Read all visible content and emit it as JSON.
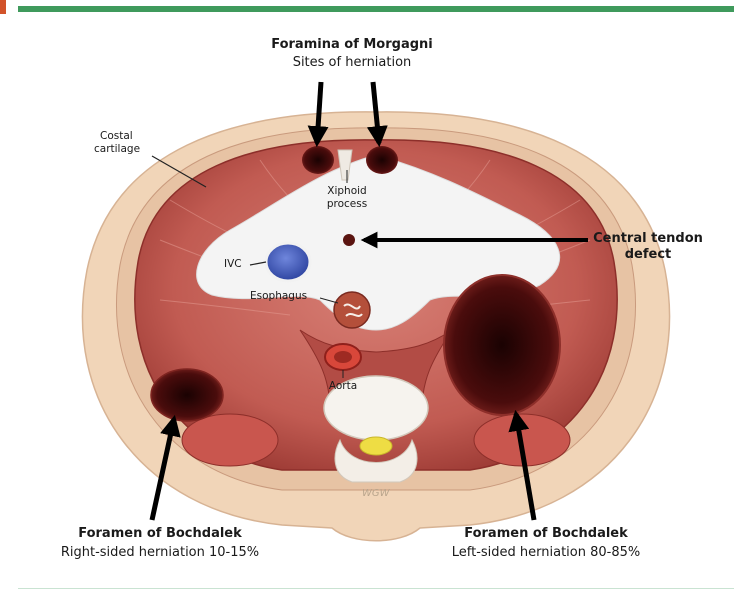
{
  "figure": {
    "morgagni": {
      "title": "Foramina of Morgagni",
      "subtitle": "Sites of herniation"
    },
    "costal": {
      "line1": "Costal",
      "line2": "cartilage"
    },
    "xiphoid": {
      "line1": "Xiphoid",
      "line2": "process"
    },
    "central_tendon": {
      "line1": "Central tendon",
      "line2": "defect"
    },
    "ivc": "IVC",
    "esophagus": "Esophagus",
    "aorta": "Aorta",
    "bochdalek_right": {
      "title": "Foramen of Bochdalek",
      "subtitle": "Right-sided herniation 10-15%"
    },
    "bochdalek_left": {
      "title": "Foramen of Bochdalek",
      "subtitle": "Left-sided herniation 80-85%"
    },
    "signature": "WGW"
  },
  "colors": {
    "accent_bar": "#3f9a5c",
    "corner": "#d2532a",
    "skin": "#f1d5b8",
    "muscle": "#c4645c",
    "tendon": "#f4f4f4",
    "ivc": "#4a66c4",
    "hernia_dark": "#3a0808"
  }
}
